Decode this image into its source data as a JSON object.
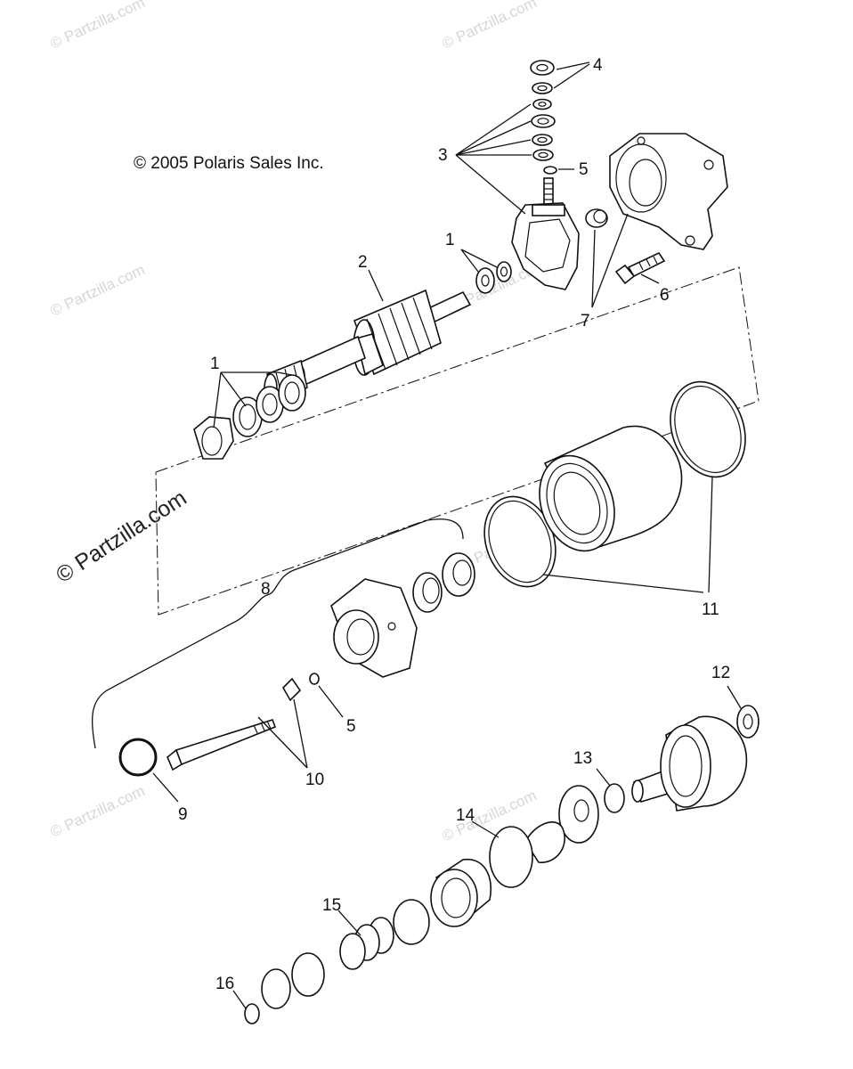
{
  "copyright": "© 2005 Polaris Sales Inc.",
  "watermark": "© Partzilla.com",
  "callouts": {
    "c4": "4",
    "c3": "3",
    "c5a": "5",
    "c1a": "1",
    "c2": "2",
    "c6": "6",
    "c7": "7",
    "c1b": "1",
    "c8": "8",
    "c11": "11",
    "c5b": "5",
    "c10": "10",
    "c9": "9",
    "c12": "12",
    "c13": "13",
    "c14": "14",
    "c15": "15",
    "c16": "16"
  }
}
